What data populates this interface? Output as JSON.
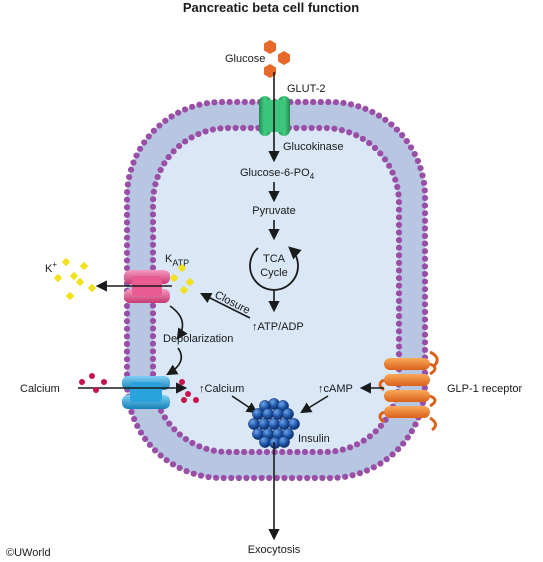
{
  "title": "Pancreatic beta cell function",
  "labels": {
    "glucose": "Glucose",
    "glut2": "GLUT-2",
    "glucokinase": "Glucokinase",
    "glucose6po4": "Glucose-6-PO",
    "glucose6po4_sub": "4",
    "pyruvate": "Pyruvate",
    "tca_line1": "TCA",
    "tca_line2": "Cycle",
    "atp_adp": "ATP/ADP",
    "closure": "Closure",
    "katp_main": "K",
    "katp_sub": "ATP",
    "k_ion_main": "K",
    "k_ion_sup": "+",
    "depolarization": "Depolarization",
    "calcium_out": "Calcium",
    "calcium_in": "Calcium",
    "camp": "cAMP",
    "insulin": "Insulin",
    "glp1_receptor": "GLP-1 receptor",
    "exocytosis": "Exocytosis",
    "up_arrow": "↑"
  },
  "copyright": {
    "symbol": "©",
    "text": "UWorld"
  },
  "colors": {
    "membrane_fill": "#b7c7e2",
    "cytoplasm": "#d9e7f7",
    "bead": "#9a4fa6",
    "glucose": "#e8682a",
    "glut2": "#2fb36a",
    "katp_channel": "#e85c91",
    "calcium_channel": "#2aa3dc",
    "glp1": "#ee7d23",
    "k_ion": "#f2e11c",
    "calcium_ion": "#c8134d",
    "insulin": "#1f56a8",
    "arrow": "#1a1a1a"
  }
}
